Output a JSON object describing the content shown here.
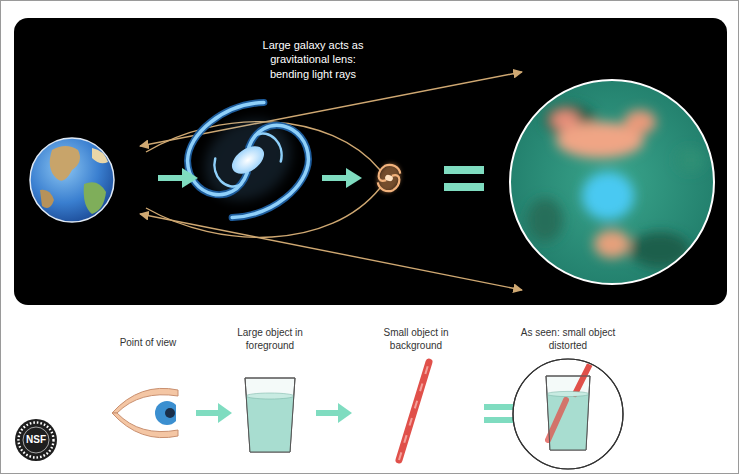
{
  "diagram": {
    "nodes": [
      {
        "text": [
          "Large galaxy acts as gravitational lens: bending light rays"
        ]
      }
    ],
    "labels": [
      "Point of view",
      "Large object in foreground",
      "Small object in background",
      "As seen: small object distorted",
      "NSF"
    ]
  }
}
